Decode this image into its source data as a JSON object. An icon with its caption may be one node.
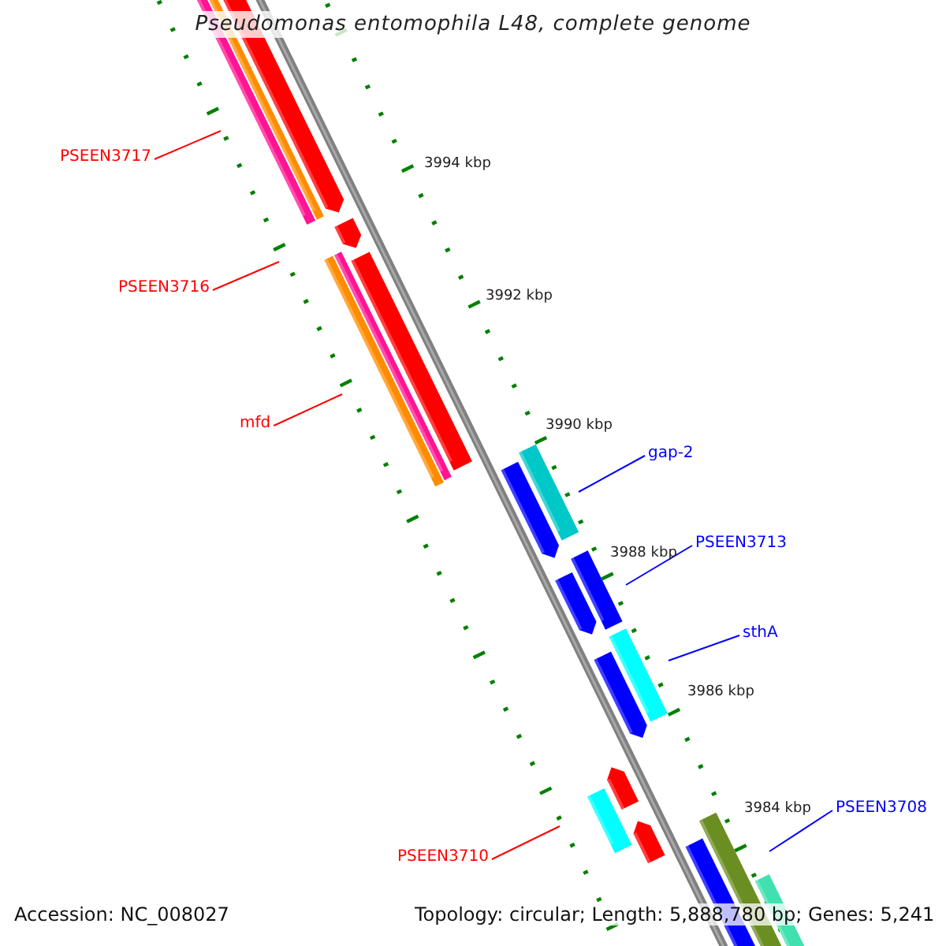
{
  "diagram": {
    "title": "Pseudomonas entomophila L48, complete genome",
    "nodes": [
      {
        "text": [
          "PSEEN3717"
        ]
      },
      {
        "text": [
          "PSEEN3716"
        ]
      },
      {
        "text": [
          "mfd"
        ]
      },
      {
        "text": [
          "gap-2"
        ]
      },
      {
        "text": [
          "PSEEN3713"
        ]
      },
      {
        "text": [
          "sthA"
        ]
      },
      {
        "text": [
          "PSEEN3710"
        ]
      },
      {
        "text": [
          "PSEEN3708"
        ]
      }
    ],
    "edges": [
      {
        "from": 0,
        "to": null,
        "arrow": "none",
        "color": "#ff0000"
      },
      {
        "from": 1,
        "to": null,
        "arrow": "none",
        "color": "#ff0000"
      },
      {
        "from": 2,
        "to": null,
        "arrow": "none",
        "color": "#ff0000"
      },
      {
        "from": 3,
        "to": null,
        "arrow": "none",
        "color": "#0000ff"
      },
      {
        "from": 4,
        "to": null,
        "arrow": "none",
        "color": "#0000ff"
      },
      {
        "from": 5,
        "to": null,
        "arrow": "none",
        "color": "#0000ff"
      },
      {
        "from": 6,
        "to": null,
        "arrow": "none",
        "color": "#ff0000"
      },
      {
        "from": 7,
        "to": null,
        "arrow": "none",
        "color": "#0000ff"
      }
    ],
    "labels": [
      "3994 kbp",
      "3992 kbp",
      "3990 kbp",
      "3988 kbp",
      "3986 kbp",
      "3984 kbp",
      "Accession: NC_008027",
      "Topology: circular; Length: 5,888,780 bp; Genes: 5,241"
    ]
  }
}
